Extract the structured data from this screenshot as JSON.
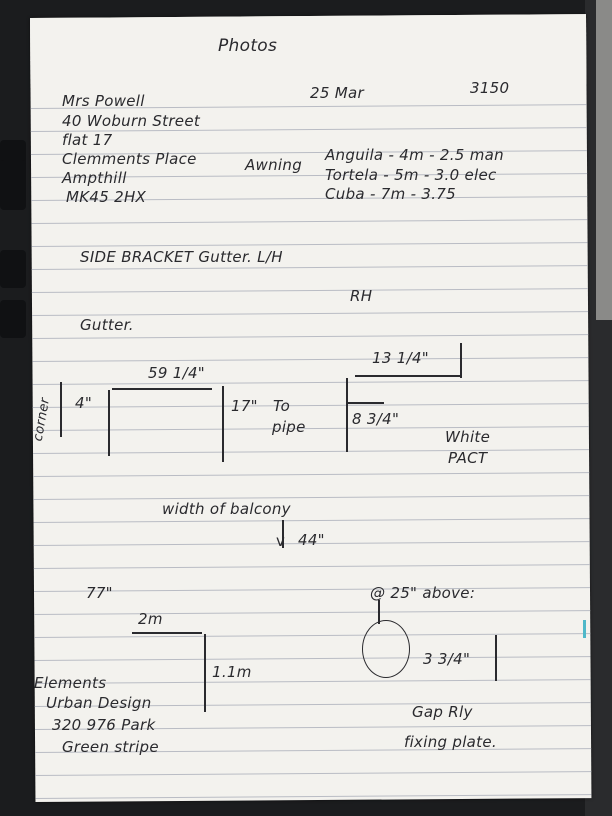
{
  "title": "Photos",
  "date": "25 Mar",
  "ref": "3150",
  "customer": {
    "lines": [
      "Mrs Powell",
      "40 Woburn Street",
      "flat 17",
      "Clemments Place",
      "Ampthill",
      "MK45 2HX"
    ]
  },
  "awning": {
    "label": "Awning",
    "options": [
      "Anguila - 4m - 2.5 man",
      "Tortela - 5m - 3.0 elec",
      "Cuba - 7m - 3.75"
    ]
  },
  "gutter": {
    "heading": "SIDE BRACKET Gutter. L/H",
    "rh": "RH",
    "label": "Gutter.",
    "corner": "corner",
    "m1": "4\"",
    "m2": "59 1/4\"",
    "m3": "17\"",
    "to_pipe_1": "To",
    "to_pipe_2": "pipe",
    "m4": "13 1/4\"",
    "m5": "8 3/4\"",
    "white_1": "White",
    "white_2": "PACT"
  },
  "balcony": {
    "label": "width of balcony",
    "value": "44\""
  },
  "lower": {
    "m77": "77\"",
    "m2m": "2m",
    "m11": "1.1m",
    "supplier": [
      "Elements",
      "Urban Design",
      "320 976 Park",
      "Green stripe"
    ],
    "above": "@ 25\" above:",
    "m334": "3 3/4\"",
    "note": [
      "Gap Rly",
      "fixing plate."
    ]
  }
}
